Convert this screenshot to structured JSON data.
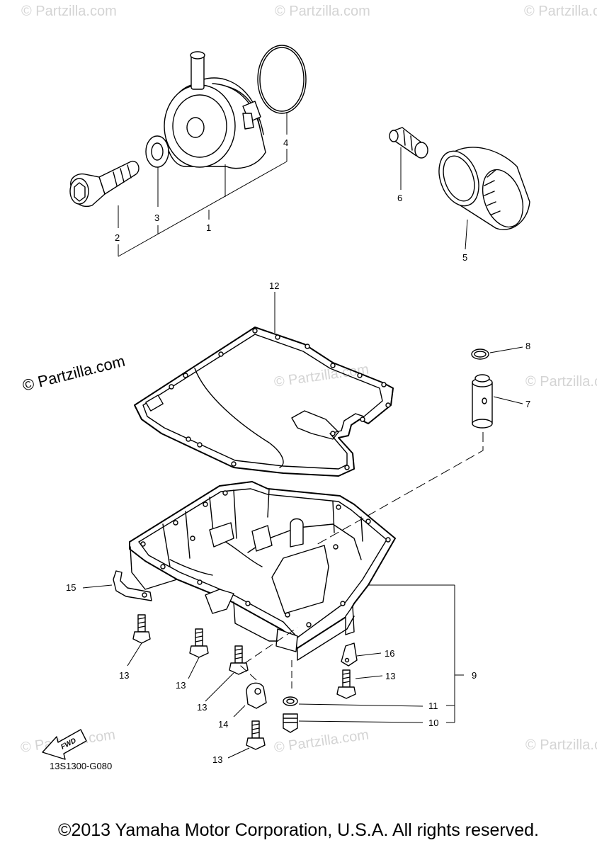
{
  "watermarks": {
    "top_left": "© Partzilla.com",
    "top_center": "© Partzilla.com",
    "top_right": "© Partzilla.com",
    "main": "© Partzilla.com",
    "mid_center": "© Partzilla.com",
    "mid_right": "© Partzilla.com",
    "bottom_left": "© Partzilla.com",
    "bottom_center": "© Partzilla.com",
    "bottom_right": "© Partzilla.com"
  },
  "callouts": {
    "c1": "1",
    "c2": "2",
    "c3": "3",
    "c4": "4",
    "c5": "5",
    "c6": "6",
    "c7": "7",
    "c8": "8",
    "c9": "9",
    "c10": "10",
    "c11": "11",
    "c12": "12",
    "c13a": "13",
    "c13b": "13",
    "c13c": "13",
    "c13d": "13",
    "c13e": "13",
    "c14": "14",
    "c15": "15",
    "c16": "16"
  },
  "fwd_label": "FWD",
  "diagram_code": "13S1300-G080",
  "copyright": "©2013 Yamaha Motor Corporation, U.S.A. All rights reserved."
}
